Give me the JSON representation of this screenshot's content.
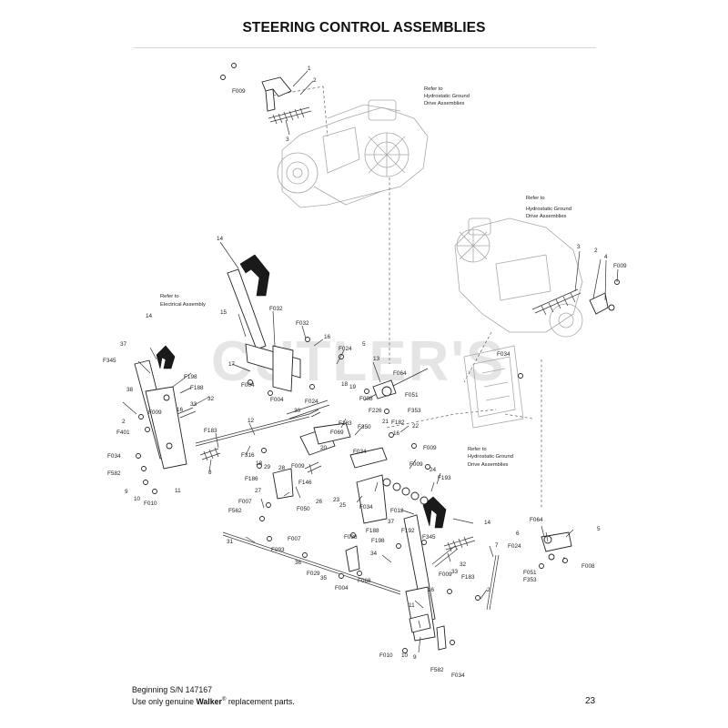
{
  "title": "STEERING CONTROL ASSEMBLIES",
  "watermark": "CUTLER'S",
  "footer": {
    "line1": "Beginning S/N 147167",
    "line2_prefix": "Use only genuine ",
    "line2_brand": "Walker",
    "line2_reg": "®",
    "line2_suffix": " replacement parts."
  },
  "page_number": "23",
  "references": {
    "hydro1": [
      "Refer to",
      "Hydrostatic Ground",
      "Drive Assemblies"
    ],
    "hydro2": [
      "Refer to",
      "Hydrostatic Ground",
      "Drive Assemblies"
    ],
    "hydro3": [
      "Refer to",
      "Hydrostatic Ground",
      "Drive Assemblies"
    ],
    "electrical": [
      "Refer to",
      "Electrical Assembly"
    ]
  },
  "callouts": [
    "F009",
    "1",
    "2",
    "3",
    "F009",
    "4",
    "2",
    "3",
    "14",
    "15",
    "F032",
    "F032",
    "16",
    "F024",
    "5",
    "17",
    "13",
    "F064",
    "F004",
    "F004",
    "18",
    "19",
    "F008",
    "F051",
    "F226",
    "F353",
    "F024",
    "30",
    "F183",
    "F350",
    "21",
    "F182",
    "22",
    "F069",
    "20",
    "F034",
    "16",
    "37",
    "14",
    "F345",
    "F198",
    "F188",
    "38",
    "32",
    "33",
    "F009",
    "16",
    "2",
    "F401",
    "F183",
    "12",
    "F316",
    "F034",
    "F582",
    "8",
    "9",
    "10",
    "F010",
    "11",
    "18",
    "29",
    "28",
    "F009",
    "F146",
    "F186",
    "27",
    "26",
    "23",
    "25",
    "F009",
    "F009",
    "24",
    "F193",
    "F012",
    "F034",
    "F007",
    "F562",
    "F050",
    "31",
    "F007",
    "F093",
    "36",
    "F029",
    "35",
    "F004",
    "F038",
    "F068",
    "F188",
    "F198",
    "37",
    "F192",
    "F345",
    "14",
    "34",
    "32",
    "33",
    "F009",
    "F183",
    "16",
    "11",
    "7",
    "2",
    "F010",
    "10",
    "9",
    "F582",
    "F034",
    "F064",
    "6",
    "5",
    "F024",
    "F008",
    "F051",
    "F353",
    "F034"
  ]
}
